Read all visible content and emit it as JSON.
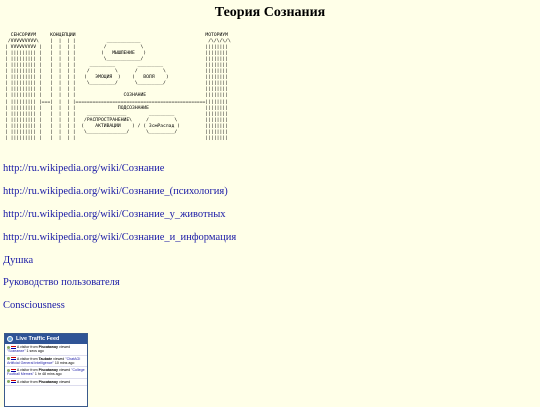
{
  "page": {
    "title": "Теория Сознания"
  },
  "diagram": {
    "ascii_art": "  СЕНСОРИУМ     КОНЦЕПЦИИ                                              МОТОРИУМ\n /VVVVVVVVV\\    |  |  | |           ____________                        /\\/\\/\\/\\\n| VVVVVVVVV |   |  |  | |          /            \\                      ||||||||\n| ||||||||| |   |  |  | |         (   МЫШЛЕНИЕ   )                     ||||||||\n| ||||||||| |   |  |  | |          \\____________/                      ||||||||\n| ||||||||| |   |  |  | |     _________        _________               ||||||||\n| ||||||||| |   |  |  | |    /         \\      /         \\              ||||||||\n| ||||||||| |   |  |  | |   (   ЭМОЦИЯ  )    (   ВОЛЯ    )             ||||||||\n| ||||||||| |   |  |  | |    \\_________/      \\_________/              ||||||||\n| ||||||||| |   |  |  | |                                              ||||||||\n| ||||||||| |   |  |  | |                 СОЗНАНИЕ                     ||||||||\n| ||||||||| |===|  |  | |==============================================||||||||\n| ||||||||| |   |  |  | |               ПОДСОЗНАНИЕ                    ||||||||\n| ||||||||| |   |  |  | |    ______________        _________           ||||||||\n| ||||||||| |   |  |  | |   /РАСПРОСТРАНЕНИЕ\\     /         \\          ||||||||\n| ||||||||| |   |  |  | |  (    АКТИВАЦИИ    ) / ( ЗсмРаспад )         ||||||||\n| ||||||||| |   |  |  | |   \\______________/      \\_________/          ||||||||\n| ||||||||| |   |  |  | |                                              ||||||||"
  },
  "links": [
    "http://ru.wikipedia.org/wiki/Сознание",
    "http://ru.wikipedia.org/wiki/Сознание_(психология)",
    "http://ru.wikipedia.org/wiki/Сознание_у_животных",
    "http://ru.wikipedia.org/wiki/Сознание_и_информация",
    "Душка",
    "Руководство пользователя",
    "Consciousness"
  ],
  "feed": {
    "title": "Live Traffic Feed",
    "items": [
      {
        "prefix": "A visitor from",
        "place": "Piscataway",
        "verb": "viewed",
        "page": "\"Sознание\"",
        "time": "1 secs ago"
      },
      {
        "prefix": "A visitor from",
        "place": "Taubate",
        "verb": "viewed",
        "page": "\"ChatAGI Artificial General Intelligence\"",
        "time": "10 mins ago"
      },
      {
        "prefix": "A visitor from",
        "place": "Piscataway",
        "verb": "viewed",
        "page": "\"College Football Memes\"",
        "time": "1 hr 48 mins ago"
      },
      {
        "prefix": "A visitor from",
        "place": "Piscataway",
        "verb": "viewed",
        "page": "",
        "time": ""
      }
    ]
  }
}
